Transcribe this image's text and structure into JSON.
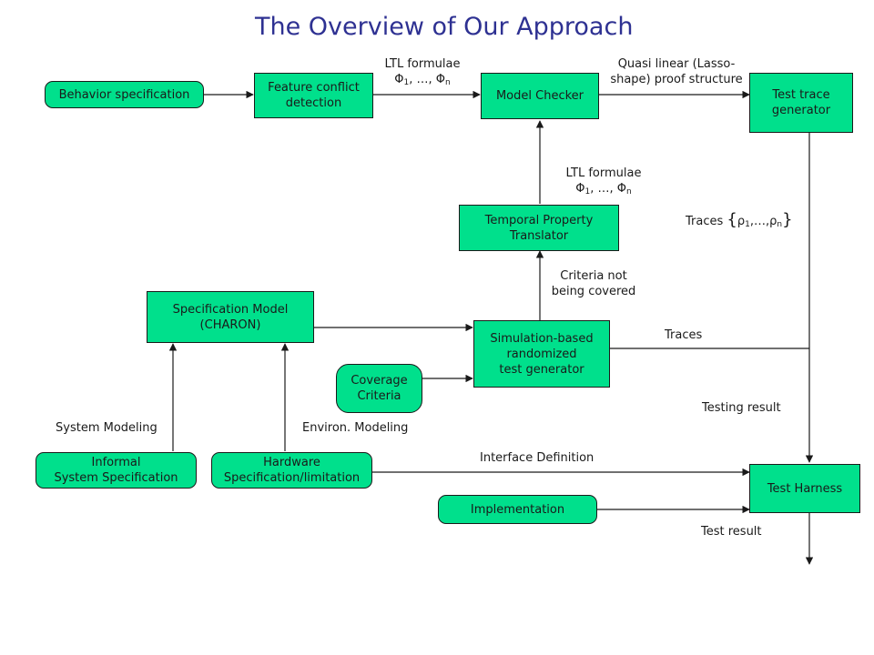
{
  "title": "The Overview of Our Approach",
  "nodes": {
    "behavior_spec": "Behavior specification",
    "feature_conflict": [
      "Feature conflict",
      "detection"
    ],
    "model_checker": "Model Checker",
    "test_trace_gen": [
      "Test trace",
      "generator"
    ],
    "temporal_translator": [
      "Temporal Property",
      "Translator"
    ],
    "spec_model": [
      "Specification Model",
      "(CHARON)"
    ],
    "simulation_gen": [
      "Simulation-based",
      "randomized",
      "test generator"
    ],
    "coverage": [
      "Coverage",
      "Criteria"
    ],
    "informal_spec": [
      "Informal",
      "System Specification"
    ],
    "hardware_spec": [
      "Hardware",
      "Specification/limitation"
    ],
    "test_harness": "Test Harness",
    "implementation": "Implementation"
  },
  "labels": {
    "ltl_top": {
      "line1": "LTL formulae",
      "phi": "Φ",
      "sub1": "1",
      "mid": ", …, ",
      "subn": "n"
    },
    "ltl_mid": {
      "line1": "LTL formulae",
      "phi": "Φ",
      "sub1": "1",
      "mid": ", …, ",
      "subn": "n"
    },
    "quasi": [
      "Quasi linear (Lasso-",
      "shape) proof structure"
    ],
    "traces_rho": {
      "prefix": "Traces ",
      "open": "{",
      "rho": "ρ",
      "sub1": "1",
      "mid": ",…,",
      "subn": "n",
      "close": "}"
    },
    "criteria_not_covered": [
      "Criteria not",
      "being covered"
    ],
    "traces": "Traces",
    "testing_result": "Testing result",
    "system_modeling": "System Modeling",
    "environ_modeling": "Environ. Modeling",
    "interface_def": "Interface Definition",
    "test_result": "Test result"
  },
  "colors": {
    "node_fill": "#00e08c",
    "title": "#2e3192",
    "edge": "#1a1a1a"
  }
}
